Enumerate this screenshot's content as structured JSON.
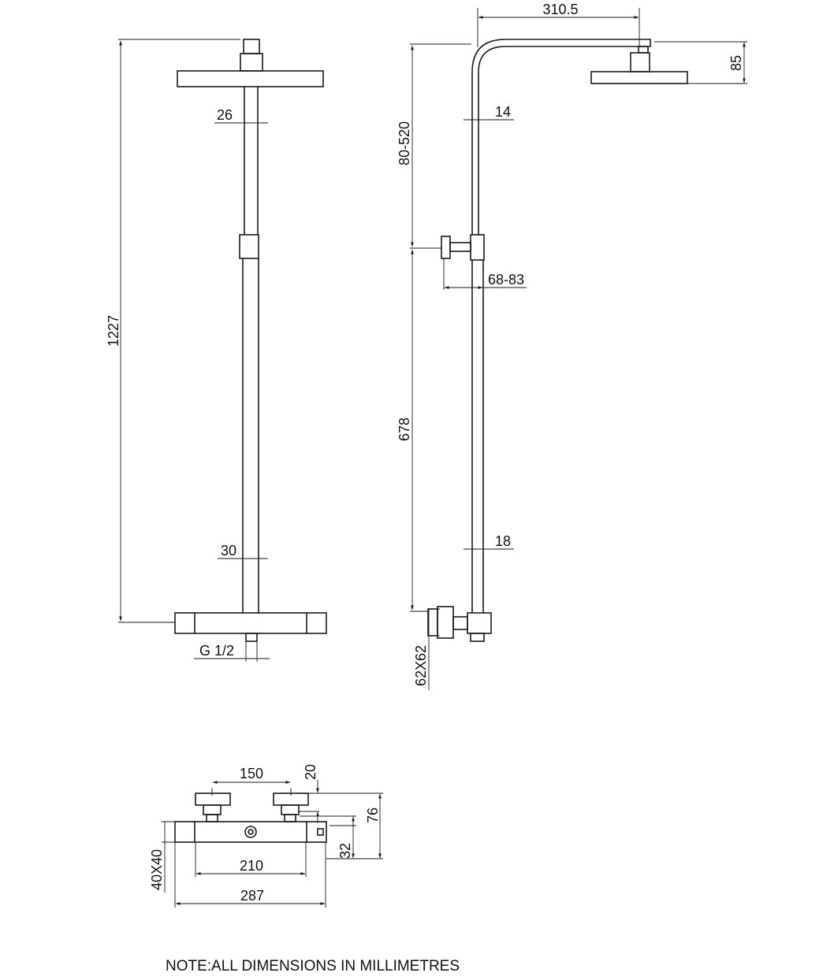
{
  "front_view": {
    "overall_height": "1227",
    "upper_pipe_diameter": "26",
    "lower_pipe_diameter": "30",
    "inlet_thread": "G 1/2"
  },
  "side_view": {
    "arm_projection": "310.5",
    "head_height": "85",
    "arm_pipe_diameter": "14",
    "adjustable_height": "80-520",
    "bracket_projection": "68-83",
    "lower_length": "678",
    "lower_pipe_diameter": "18",
    "knob_size": "62X62"
  },
  "valve_plan": {
    "knob_spacing": "150",
    "knob_depth": "20",
    "total_depth": "76",
    "body_depth": "32",
    "body_section": "40X40",
    "connection_centres": "210",
    "body_length": "287"
  },
  "note": "NOTE:ALL DIMENSIONS IN MILLIMETRES"
}
